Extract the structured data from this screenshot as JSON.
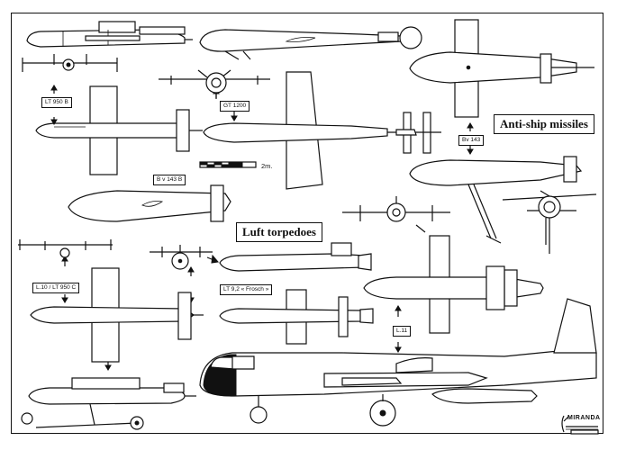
{
  "headings": {
    "anti_ship": "Anti-ship missiles",
    "luft_torpedoes": "Luft torpedoes"
  },
  "labels": {
    "lt950b": "LT 950 B",
    "gt1200": "GT 1200",
    "bv143": "Bv 143",
    "bv143b": "B v 143 B",
    "l10_lt950c": "L.10 / LT 950 C",
    "lt92_frosch": "LT 9,2 « Frosch »",
    "l11": "L.11"
  },
  "scale_bar": {
    "label": "2m."
  },
  "logo": {
    "text": "MIRANDA"
  }
}
